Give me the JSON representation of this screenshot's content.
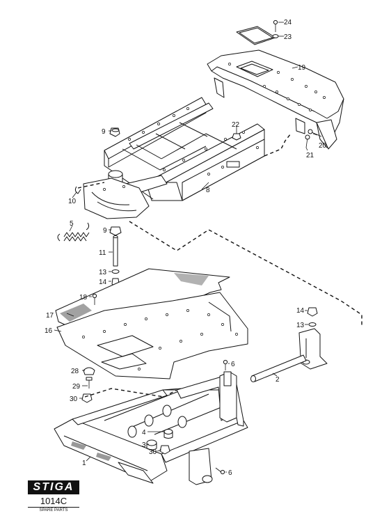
{
  "labels": {
    "p1": "1",
    "p2": "2",
    "p3": "3",
    "p4": "4",
    "p5": "5",
    "p6a": "6",
    "p6b": "6",
    "p8": "8",
    "p9a": "9",
    "p9b": "9",
    "p10": "10",
    "p11": "11",
    "p13a": "13",
    "p13b": "13",
    "p14a": "14",
    "p14b": "14",
    "p16": "16",
    "p17": "17",
    "p18": "18",
    "p19": "19",
    "p20": "20",
    "p21": "21",
    "p22": "22",
    "p23": "23",
    "p24": "24",
    "p28": "28",
    "p29": "29",
    "p30a": "30",
    "p30b": "30"
  },
  "logo": {
    "brand": "STIGA",
    "code": "1014C",
    "caption": "SPARE PARTS"
  }
}
